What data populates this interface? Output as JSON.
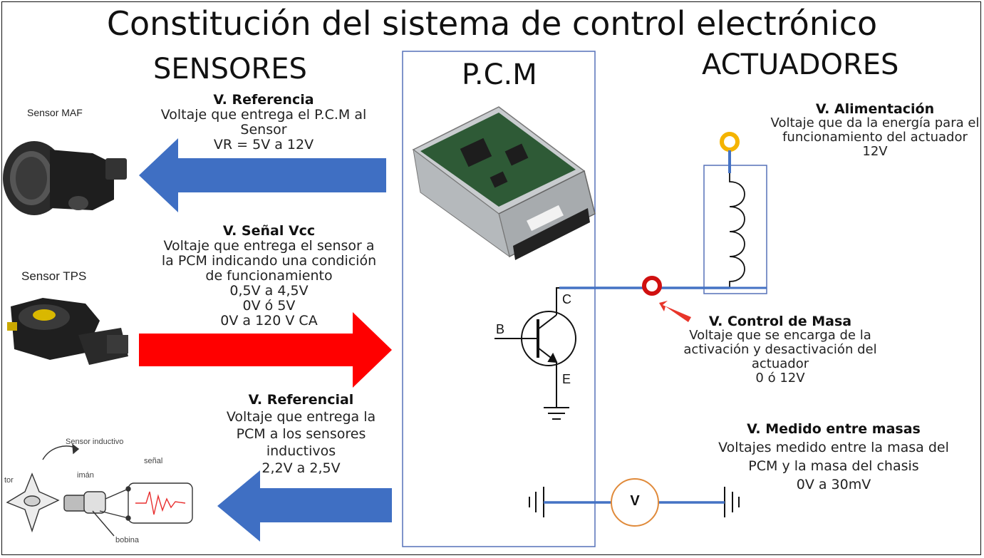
{
  "title": "Constitución del sistema de control electrónico",
  "headers": {
    "sensors": "SENSORES",
    "pcm": "P.C.M",
    "actuators": "ACTUADORES"
  },
  "sensors": {
    "maf_label": "Sensor MAF",
    "tps_label": "Sensor TPS",
    "inductive": {
      "title": "Sensor inductivo",
      "rotor": "tor",
      "iman": "imán",
      "senal": "señal",
      "bobina": "bobina"
    }
  },
  "blocks": {
    "v_ref": {
      "heading": "V. Referencia",
      "lines": [
        "Voltaje que entrega el P.C.M al",
        "Sensor",
        "VR = 5V a 12V"
      ]
    },
    "v_signal": {
      "heading": "V. Señal Vcc",
      "lines": [
        "Voltaje que entrega el sensor a",
        "la PCM indicando una condición",
        "de funcionamiento",
        "0,5V a 4,5V",
        "0V ó 5V",
        "0V a 120 V CA"
      ]
    },
    "v_referencial": {
      "heading": "V. Referencial",
      "lines": [
        "Voltaje que entrega la",
        "PCM a los sensores",
        "inductivos",
        "2,2V a 2,5V"
      ]
    },
    "v_alimentacion": {
      "heading": "V. Alimentación",
      "lines": [
        "Voltaje que da la energía para el",
        "funcionamiento del actuador",
        "12V"
      ]
    },
    "v_control": {
      "heading": "V. Control de Masa",
      "lines": [
        "Voltaje que se encarga de la",
        "activación y desactivación del",
        "actuador",
        "0 ó 12V"
      ]
    },
    "v_medido": {
      "heading": "V. Medido entre masas",
      "lines": [
        "Voltajes medido entre la masa del",
        "PCM y la masa del chasis",
        "0V a 30mV"
      ]
    }
  },
  "transistor": {
    "b": "B",
    "c": "C",
    "e": "E"
  },
  "meter": {
    "symbol": "V"
  },
  "colors": {
    "blue_arrow": "#3f6fc3",
    "red_arrow": "#ff0000",
    "box_border": "#5571b8",
    "wire": "#4472c4",
    "terminal_yellow": "#f4b400",
    "terminal_red": "#d01010",
    "meter_ring": "#e08a3a"
  }
}
